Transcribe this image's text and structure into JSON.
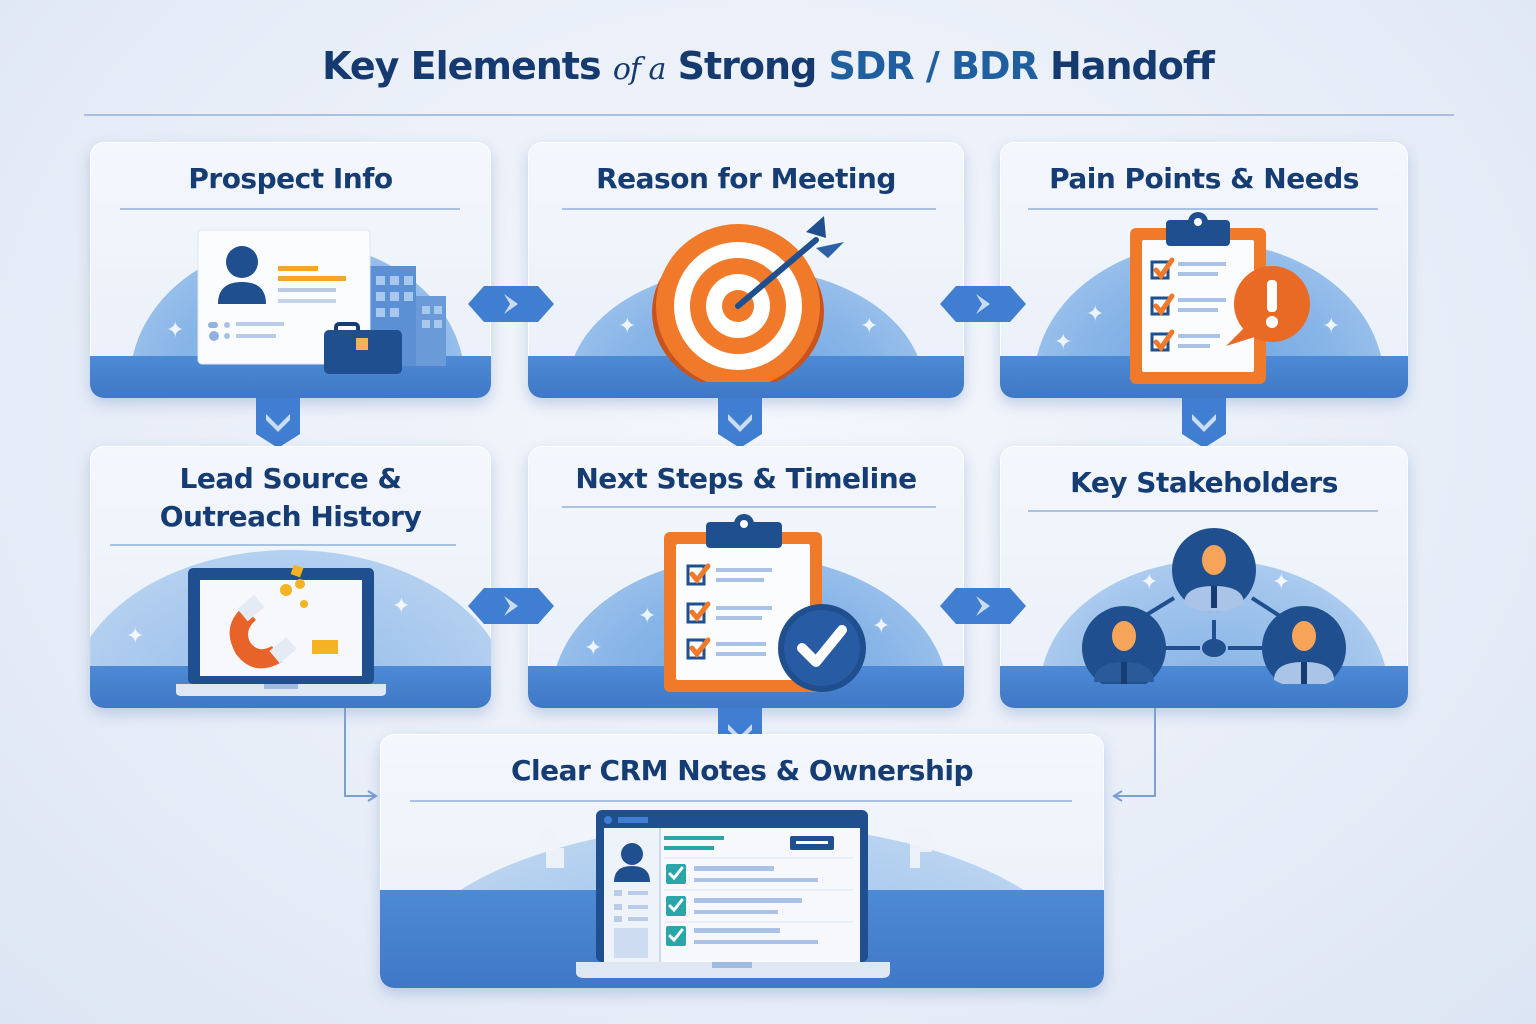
{
  "title": {
    "part1": "Key Elements ",
    "part2": "of a",
    "part3": " Strong ",
    "part4": "SDR / BDR",
    "part5": " Handoff"
  },
  "cards": [
    {
      "id": "prospect-info",
      "title": "Prospect Info",
      "icon": "id-card-briefcase-building-icon"
    },
    {
      "id": "reason-for-meeting",
      "title": "Reason for Meeting",
      "icon": "target-dart-icon"
    },
    {
      "id": "pain-points",
      "title": "Pain Points & Needs",
      "icon": "clipboard-alert-icon"
    },
    {
      "id": "lead-source",
      "title_line1": "Lead Source &",
      "title_line2": "Outreach History",
      "icon": "laptop-magnet-icon"
    },
    {
      "id": "next-steps",
      "title": "Next Steps & Timeline",
      "icon": "clipboard-check-icon"
    },
    {
      "id": "stakeholders",
      "title": "Key Stakeholders",
      "icon": "stakeholder-network-icon"
    },
    {
      "id": "crm-notes",
      "title": "Clear CRM Notes & Ownership",
      "icon": "crm-laptop-icon"
    }
  ],
  "colors": {
    "navy": "#163d73",
    "blue": "#3f7ed0",
    "orange": "#f07a2a",
    "teal": "#2aa5a8",
    "gold": "#f5a623"
  }
}
